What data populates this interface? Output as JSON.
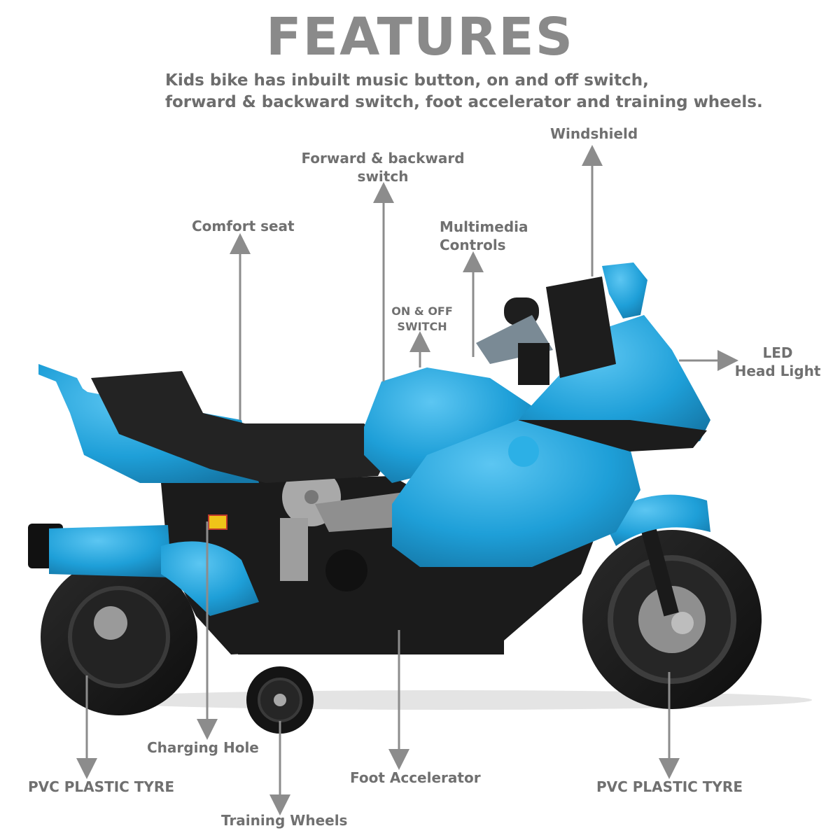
{
  "heading": "FEATURES",
  "description": {
    "line1": "Kids bike has inbuilt music button, on and off switch,",
    "line2": "forward & backward switch, foot accelerator and training wheels."
  },
  "callouts": {
    "windshield": "Windshield",
    "forward_backward": [
      "Forward & backward",
      "switch"
    ],
    "comfort_seat": "Comfort seat",
    "multimedia": [
      "Multimedia",
      "Controls"
    ],
    "on_off": [
      "ON & OFF",
      "SWITCH"
    ],
    "led": [
      "LED",
      "Head Light"
    ],
    "charging_hole": "Charging Hole",
    "rear_tyre": "PVC PLASTIC TYRE",
    "foot_accelerator": "Foot Accelerator",
    "front_tyre": "PVC PLASTIC TYRE",
    "training_wheels": "Training Wheels"
  },
  "colors": {
    "body_blue": "#1e9fd8",
    "text_gray": "#707070",
    "arrow_gray": "#8c8c8c",
    "black": "#1a1a1a"
  }
}
